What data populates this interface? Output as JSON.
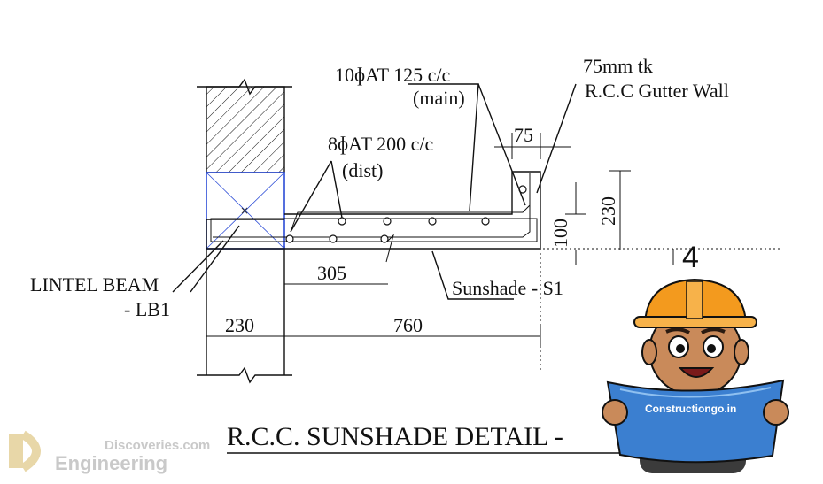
{
  "labels": {
    "main_bar": "10ɸAT 125 c/c",
    "main_bar_note": "(main)",
    "dist_bar": "8ɸAT 200 c/c",
    "dist_bar_note": "(dist)",
    "gutter_thk": "75mm tk",
    "gutter_wall": "R.C.C Gutter Wall",
    "dim_75": "75",
    "dim_230_wall": "230",
    "dim_100": "100",
    "lintel_1": "LINTEL BEAM",
    "lintel_2": "- LB1",
    "dim_305": "305",
    "sunshade": "Sunshade - S1",
    "dim_230_base": "230",
    "dim_760": "760",
    "section_mark": "4"
  },
  "title": "R.C.C. SUNSHADE DETAIL -",
  "watermark": {
    "line1": "Discoveries.com",
    "line2": "Engineering"
  },
  "badge": "Constructiongo.in",
  "colors": {
    "beam_outline": "#2b4bd6",
    "helmet": "#f39a1e",
    "paper": "#3b7fd0",
    "skin": "#c98a5a"
  }
}
